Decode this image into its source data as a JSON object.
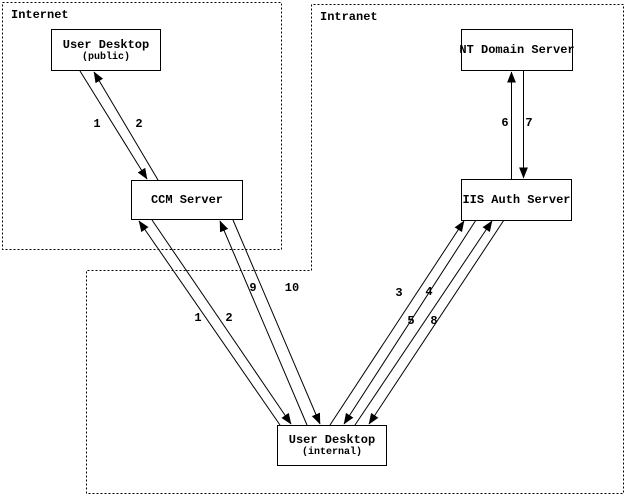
{
  "diagram": {
    "regions": {
      "internet": {
        "label": "Internet"
      },
      "intranet": {
        "label": "Intranet"
      }
    },
    "nodes": {
      "user_desktop_public": {
        "title": "User Desktop",
        "subtitle": "(public)"
      },
      "nt_domain_server": {
        "title": "NT Domain Server"
      },
      "ccm_server": {
        "title": "CCM Server"
      },
      "iis_auth_server": {
        "title": "IIS Auth Server"
      },
      "user_desktop_internal": {
        "title": "User Desktop",
        "subtitle": "(internal)"
      }
    },
    "flow_labels": {
      "public_to_ccm_1": "1",
      "ccm_to_public_2": "2",
      "internal_to_ccm_1": "1",
      "ccm_to_internal_2": "2",
      "internal_to_ccm_9": "9",
      "ccm_to_internal_10": "10",
      "internal_to_iis_3": "3",
      "iis_to_internal_4": "4",
      "internal_to_iis_5": "5",
      "iis_to_internal_8": "8",
      "iis_to_nt_6": "6",
      "nt_to_iis_7": "7"
    },
    "colors": {
      "line": "#000000",
      "background": "#ffffff"
    }
  }
}
